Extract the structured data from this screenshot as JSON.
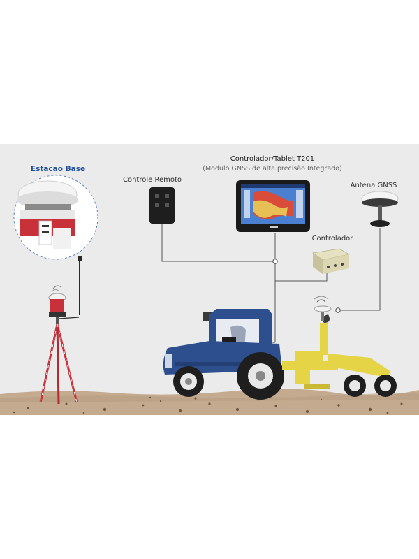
{
  "labels": {
    "base_station": "Estacão Base",
    "remote_control": "Controle Remoto",
    "tablet_title": "Controlador/Tablet T201",
    "tablet_subtitle": "(Modulo GNSS de alta precisão Integrado)",
    "gnss_antenna": "Antena GNSS",
    "controller": "Controlador"
  },
  "colors": {
    "background": "#ebebeb",
    "ground": "#c4aa8e",
    "tractor_body": "#2e4f8e",
    "implement": "#e6d447",
    "base_station_red": "#c8313a",
    "base_label": "#1f4e9c",
    "connector_line": "#555555"
  }
}
